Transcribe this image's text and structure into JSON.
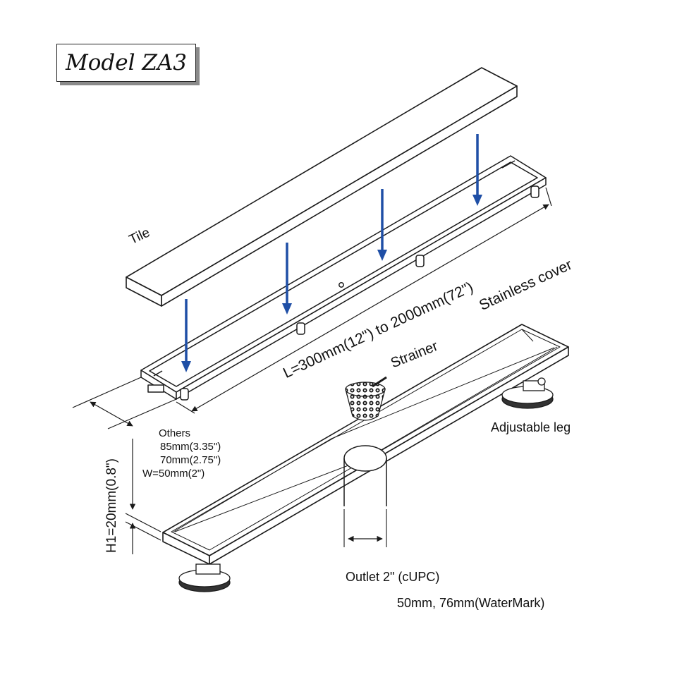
{
  "title": "Model ZA3",
  "labels": {
    "tile": "Tile",
    "length": "L=300mm(12\") to 2000mm(72\")",
    "cover": "Stainless cover",
    "strainer": "Strainer",
    "adjustable_leg": "Adjustable leg",
    "others": "Others",
    "width_85": "85mm(3.35\")",
    "width_70": "70mm(2.75\")",
    "width_50": "W=50mm(2\")",
    "height": "H1=20mm(0.8\")",
    "outlet": "Outlet  2\" (cUPC)",
    "outlet_alt": "50mm, 76mm(WaterMark)"
  },
  "colors": {
    "line": "#1a1a1a",
    "arrow": "#1f4fa6",
    "shadow": "#8a8a8a"
  },
  "icons": [
    "down-arrow-icon",
    "strainer-basket-icon",
    "adjustable-leg-icon"
  ]
}
